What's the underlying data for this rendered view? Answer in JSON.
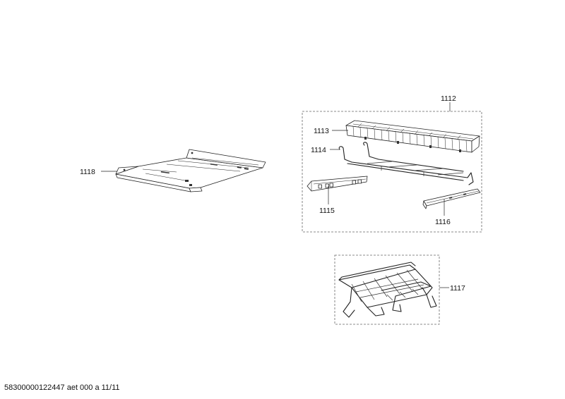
{
  "labels": {
    "p1112": "1112",
    "p1113": "1113",
    "p1114": "1114",
    "p1115": "1115",
    "p1116": "1116",
    "p1117": "1117",
    "p1118": "1118"
  },
  "footer": {
    "document_code": "58300000122447 aet 000 a 11/11"
  },
  "colors": {
    "line": "#222222",
    "group_box": "#666666",
    "background": "#ffffff"
  }
}
